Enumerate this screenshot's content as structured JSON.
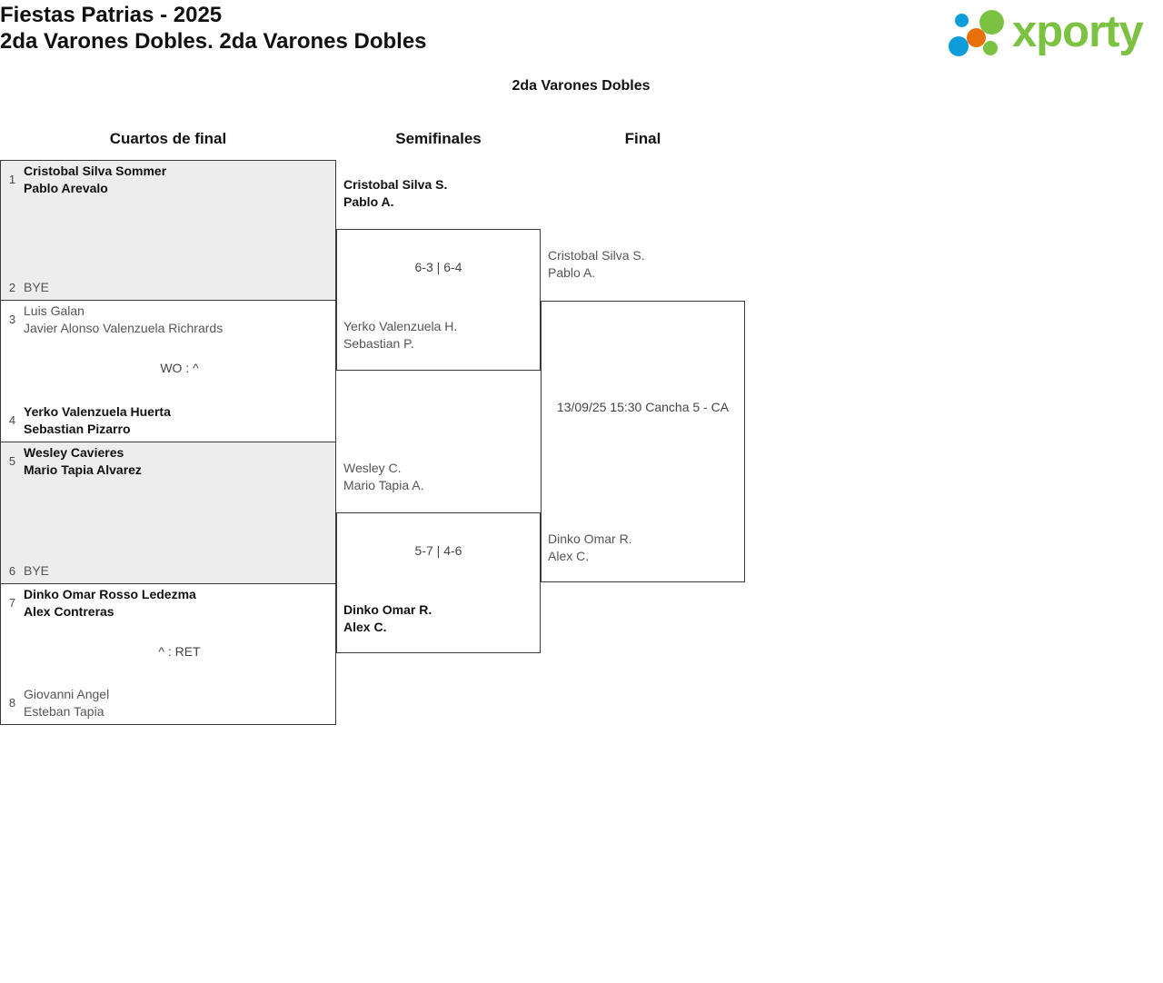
{
  "header": {
    "title_line1": "Fiestas Patrias - 2025",
    "title_line2": "2da Varones Dobles. 2da Varones Dobles",
    "logo_word": "xporty",
    "logo_colors": {
      "green": "#7cc242",
      "blue": "#0d9ddb",
      "orange": "#e8700a"
    }
  },
  "bracket": {
    "title": "2da Varones Dobles",
    "rounds": [
      {
        "label": "Cuartos de final"
      },
      {
        "label": "Semifinales"
      },
      {
        "label": "Final"
      }
    ],
    "colors": {
      "bye_row_background": "#ededed",
      "border": "#3a3a3a",
      "winner_text": "#111111",
      "loser_text": "#555555"
    },
    "quarterfinals": [
      {
        "score": "",
        "is_bye_match": true,
        "top": {
          "seed": "1",
          "player1": "Cristobal Silva Sommer",
          "player2": "Pablo Arevalo",
          "result": "winner"
        },
        "bottom": {
          "seed": "2",
          "player1": "BYE",
          "player2": "",
          "result": "bye"
        }
      },
      {
        "score": "WO : ^",
        "is_bye_match": false,
        "top": {
          "seed": "3",
          "player1": "Luis Galan",
          "player2": "Javier Alonso Valenzuela Richrards",
          "result": "loser"
        },
        "bottom": {
          "seed": "4",
          "player1": "Yerko Valenzuela Huerta",
          "player2": "Sebastian Pizarro",
          "result": "winner"
        }
      },
      {
        "score": "",
        "is_bye_match": true,
        "top": {
          "seed": "5",
          "player1": "Wesley Cavieres",
          "player2": "Mario Tapia Alvarez",
          "result": "winner"
        },
        "bottom": {
          "seed": "6",
          "player1": "BYE",
          "player2": "",
          "result": "bye"
        }
      },
      {
        "score": "^ : RET",
        "is_bye_match": false,
        "top": {
          "seed": "7",
          "player1": "Dinko Omar Rosso Ledezma",
          "player2": "Alex Contreras",
          "result": "winner"
        },
        "bottom": {
          "seed": "8",
          "player1": "Giovanni Angel",
          "player2": "Esteban Tapia",
          "result": "loser"
        }
      }
    ],
    "semifinals": [
      {
        "score": "6-3 | 6-4",
        "top": {
          "player1": "Cristobal Silva S.",
          "player2": "Pablo A.",
          "result": "winner"
        },
        "bottom": {
          "player1": "Yerko Valenzuela H.",
          "player2": "Sebastian P.",
          "result": "loser"
        }
      },
      {
        "score": "5-7 | 4-6",
        "top": {
          "player1": "Wesley C.",
          "player2": "Mario Tapia A.",
          "result": "loser"
        },
        "bottom": {
          "player1": "Dinko Omar R.",
          "player2": "Alex C.",
          "result": "winner"
        }
      }
    ],
    "final": {
      "schedule": "13/09/25 15:30 Cancha 5 - CA",
      "top": {
        "player1": "Cristobal Silva S.",
        "player2": "Pablo A.",
        "result": "pending"
      },
      "bottom": {
        "player1": "Dinko Omar R.",
        "player2": "Alex C.",
        "result": "pending"
      }
    }
  }
}
